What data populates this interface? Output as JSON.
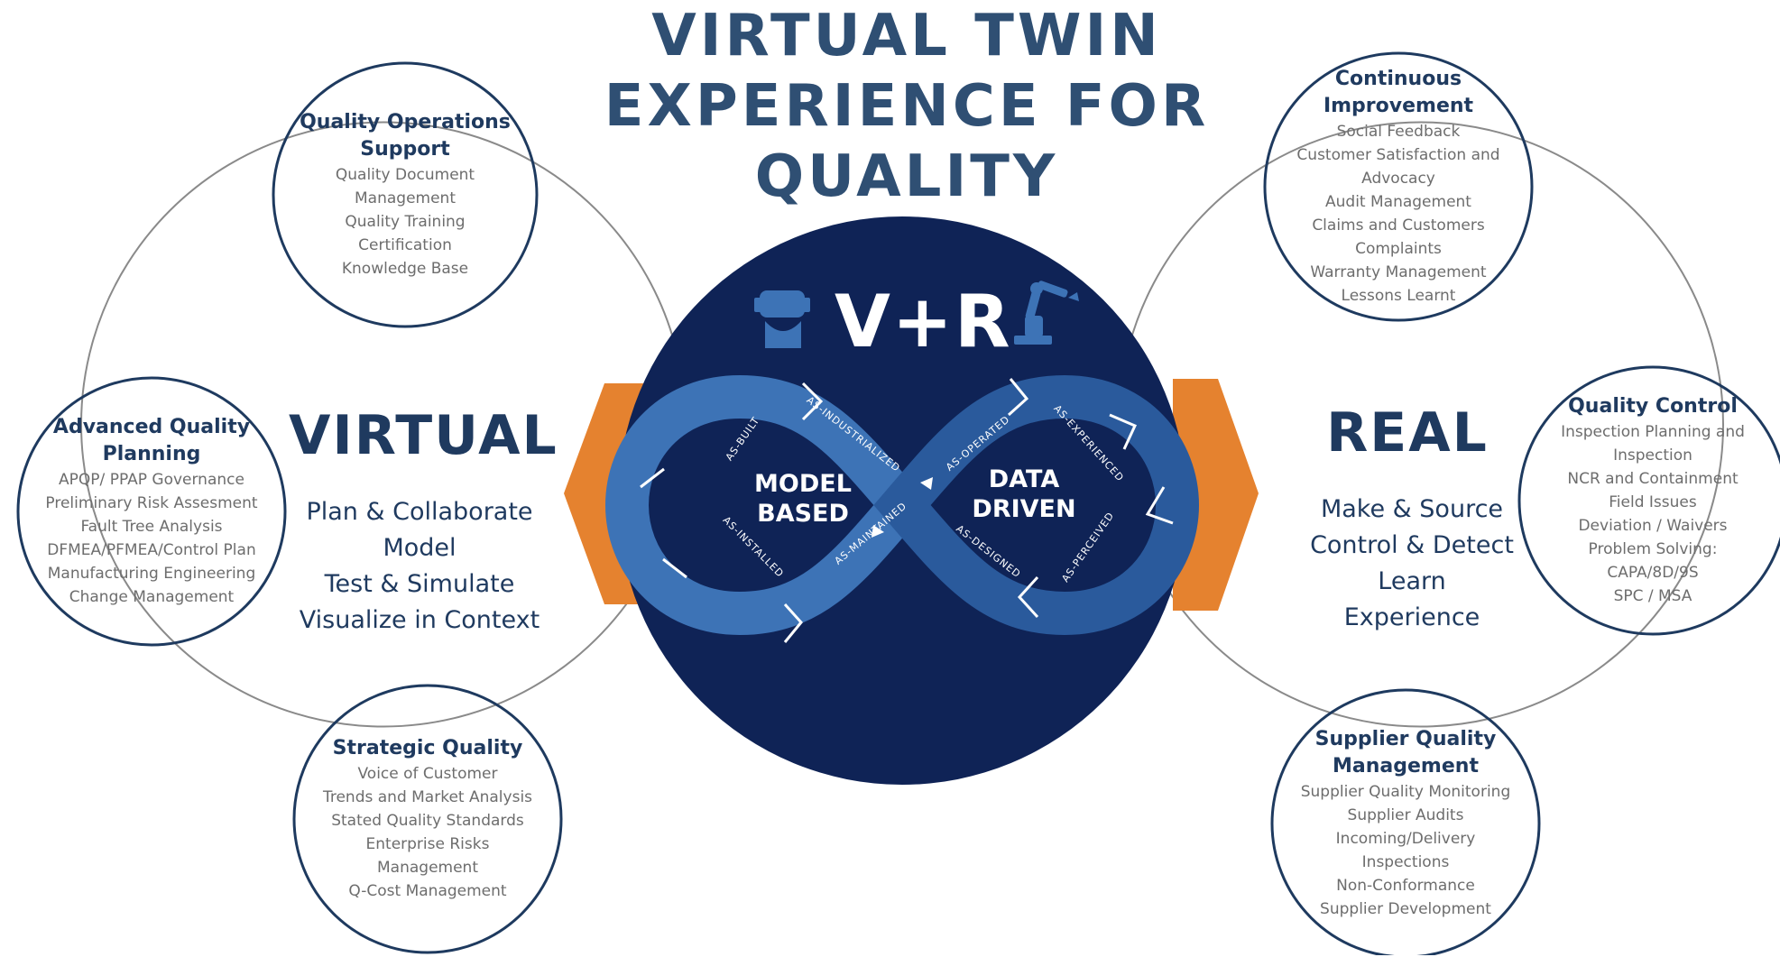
{
  "title": {
    "line1": "VIRTUAL TWIN",
    "line2": "EXPERIENCE FOR",
    "line3": "QUALITY"
  },
  "colors": {
    "navy": "#0f2356",
    "title": "#2f4f73",
    "accent_orange": "#e5822f",
    "loop_light": "#3d73b6",
    "loop_dark": "#2a5a9c"
  },
  "center": {
    "logo": "V+R",
    "left_icon": "vr-headset-icon",
    "right_icon": "robot-arm-icon",
    "model_based": {
      "line1": "MODEL",
      "line2": "BASED"
    },
    "data_driven": {
      "line1": "DATA",
      "line2": "DRIVEN"
    },
    "loop_labels": {
      "as_built": "AS-BUILT",
      "as_industrialized": "AS-INDUSTRIALIZED",
      "as_installed": "AS-INSTALLED",
      "as_maintained": "AS-MAINTAINED",
      "as_operated": "AS-OPERATED",
      "as_experienced": "AS-EXPERIENCED",
      "as_designed": "AS-DESIGNED",
      "as_perceived": "AS-PERCEIVED"
    }
  },
  "virtual": {
    "heading": "VIRTUAL",
    "items": [
      "Plan & Collaborate",
      "Model",
      "Test & Simulate",
      "Visualize in Context"
    ]
  },
  "real": {
    "heading": "REAL",
    "items": [
      "Make & Source",
      "Control & Detect",
      "Learn",
      "Experience"
    ]
  },
  "bubbles": {
    "quality_ops": {
      "title1": "Quality  Operations",
      "title2": "Support",
      "items": [
        "Quality Document",
        "Management",
        "Quality Training",
        "Certification",
        "Knowledge Base"
      ]
    },
    "advanced_planning": {
      "title1": "Advanced Quality",
      "title2": "Planning",
      "items": [
        "APQP/ PPAP Governance",
        "Preliminary Risk Assesment",
        "Fault Tree Analysis",
        "DFMEA/PFMEA/Control Plan",
        "Manufacturing Engineering",
        "Change Management"
      ]
    },
    "strategic": {
      "title1": "Strategic Quality",
      "items": [
        "Voice of Customer",
        "Trends and Market Analysis",
        "Stated Quality Standards",
        "Enterprise Risks",
        "Management",
        "Q-Cost Management"
      ]
    },
    "continuous": {
      "title1": "Continuous",
      "title2": "Improvement",
      "items": [
        "Social Feedback",
        "Customer Satisfaction and",
        "Advocacy",
        "Audit Management",
        "Claims and Customers",
        "Complaints",
        "Warranty Management",
        "Lessons Learnt"
      ]
    },
    "quality_control": {
      "title1": "Quality Control",
      "items": [
        "Inspection Planning and",
        "Inspection",
        "NCR and Containment",
        "Field Issues",
        "Deviation / Waivers",
        "Problem Solving:",
        "CAPA/8D/9S",
        "SPC / MSA"
      ]
    },
    "supplier": {
      "title1": "Supplier Quality",
      "title2": "Management",
      "items": [
        "Supplier Quality Monitoring",
        "Supplier Audits",
        "Incoming/Delivery",
        "Inspections",
        "Non-Conformance",
        "Supplier Development"
      ]
    }
  }
}
